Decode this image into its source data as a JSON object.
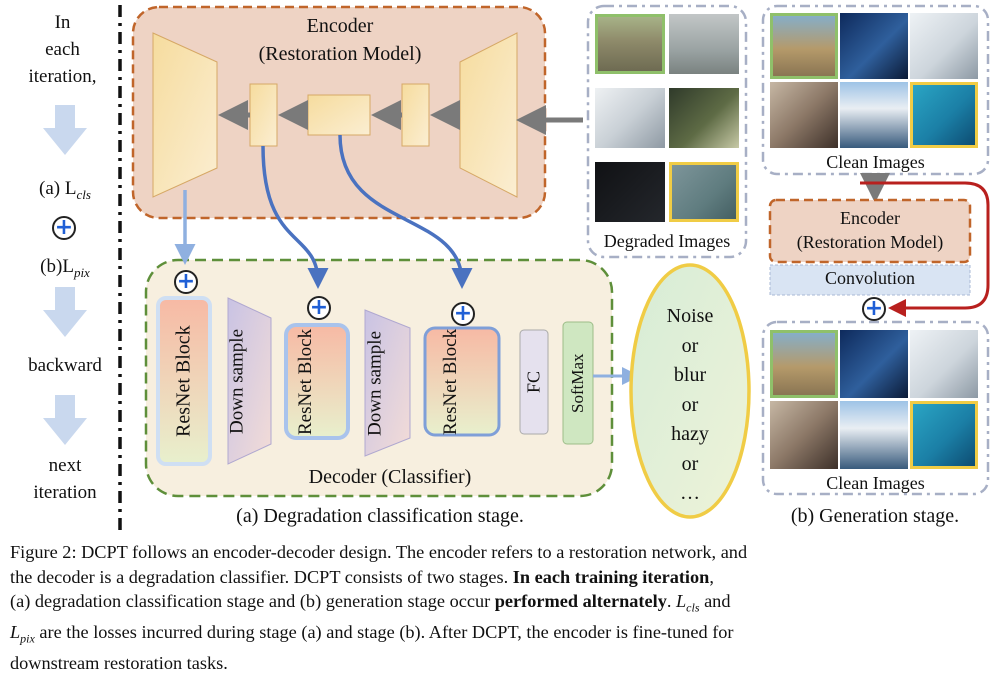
{
  "left_column": {
    "intro": [
      "In",
      "each",
      "iteration,"
    ],
    "loss_cls": "(a) L",
    "loss_cls_sub": "cls",
    "loss_pix": "(b)L",
    "loss_pix_sub": "pix",
    "backward": "backward",
    "next": [
      "next",
      "iteration"
    ]
  },
  "encoder": {
    "title": "Encoder",
    "subtitle": "(Restoration Model)"
  },
  "decoder": {
    "title": "Decoder (Classifier)",
    "blocks": [
      "ResNet Block",
      "Down sample",
      "ResNet Block",
      "Down sample",
      "ResNet Block",
      "FC",
      "SoftMax"
    ]
  },
  "degradation_types": [
    "Noise",
    "or",
    "blur",
    "or",
    "hazy",
    "or",
    "…"
  ],
  "degraded_images_label": "Degraded Images",
  "clean_images_label": "Clean Images",
  "generation": {
    "encoder_title": "Encoder",
    "encoder_subtitle": "(Restoration Model)",
    "convolution": "Convolution",
    "clean_images_label": "Clean Images"
  },
  "stage_a_label": "(a) Degradation classification stage.",
  "stage_b_label": "(b) Generation stage.",
  "figure_caption": {
    "line1": "Figure 2: DCPT follows an encoder-decoder design. The encoder refers to a restoration network, and",
    "line2": "the decoder is a degradation classifier. DCPT consists of two stages. ",
    "line2_bold": "In each training iteration",
    "line2_end": ",",
    "line3a": "(a) degradation classification stage and (b) generation stage occur ",
    "line3_bold": "performed alternately",
    "line3b": ". ",
    "line3_L": "L",
    "line3_sub": "cls",
    "line3c": " and",
    "line4_L": "L",
    "line4_sub": "pix",
    "line4": " are the losses incurred during stage (a) and stage (b). After DCPT, the encoder is fine-tuned for",
    "line5": "downstream restoration tasks."
  },
  "colors": {
    "encoder_fill": "#eed3c4",
    "encoder_border": "#c0652a",
    "decoder_fill": "#f7efdf",
    "decoder_border": "#5e8f3a",
    "ellipse_fill": "#e2efd7",
    "ellipse_border": "#f0cc45",
    "arrow_blue": "#4a72c0",
    "arrow_red": "#b8201e",
    "arrow_gray": "#7a7a7a"
  }
}
